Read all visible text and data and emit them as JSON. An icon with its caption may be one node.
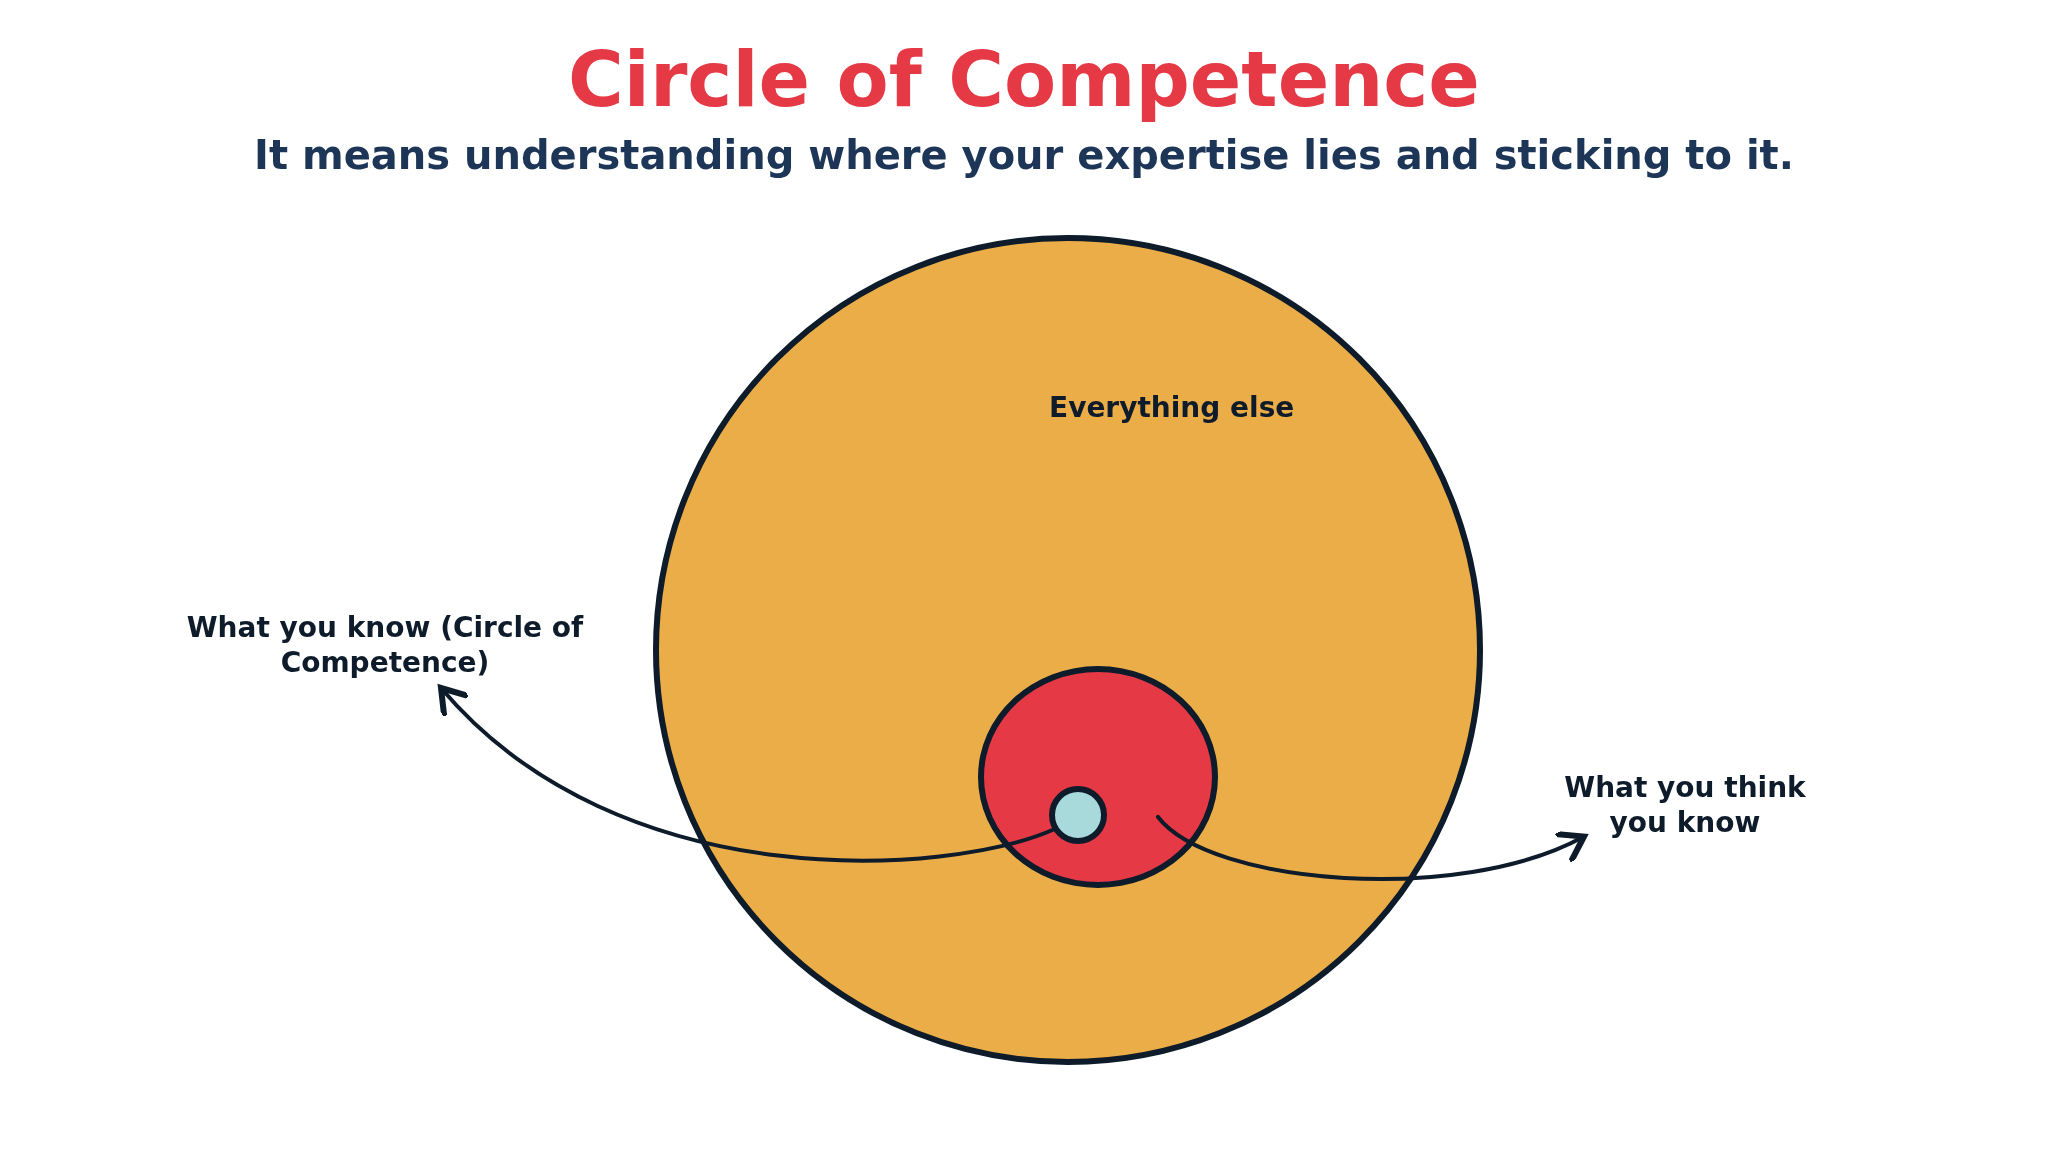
{
  "diagram": {
    "title": "Circle of Competence",
    "nodes": [
      {
        "text": [
          "Everything else"
        ]
      },
      {
        "text": [],
        "shape": "circle",
        "in": 0
      },
      {
        "text": [],
        "shape": "circle",
        "in": 1
      },
      {
        "text": [
          "What you know (Circle of Competence)"
        ]
      },
      {
        "text": [
          "What you think you know"
        ]
      }
    ],
    "edges": [
      {
        "from": 2,
        "to": 3,
        "arrow": "to"
      },
      {
        "from": 1,
        "to": 4,
        "arrow": "to"
      }
    ],
    "labels": [
      "It means understanding where your expertise lies and sticking to it."
    ]
  }
}
